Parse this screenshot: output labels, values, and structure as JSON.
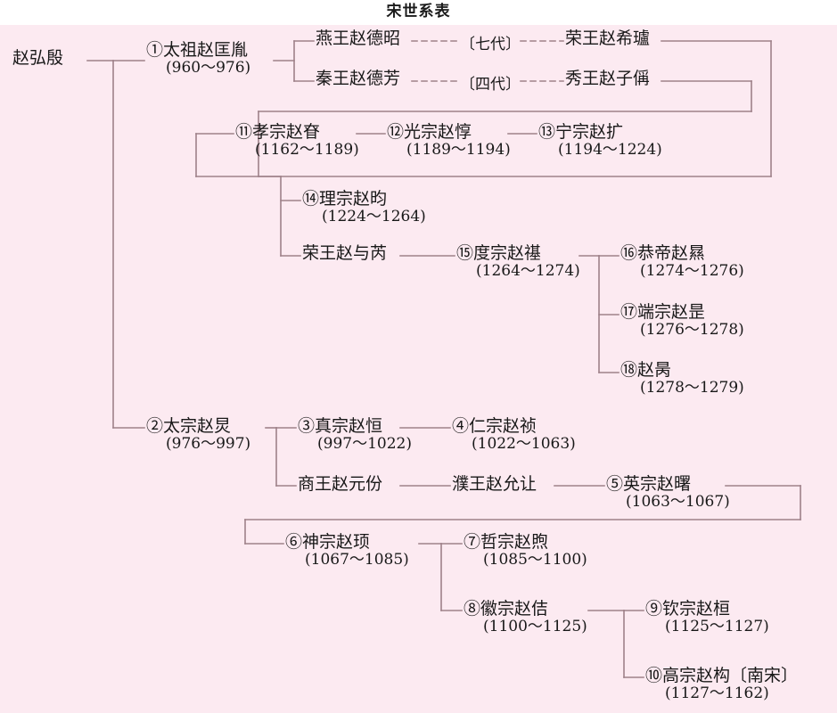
{
  "title": "宋世系表",
  "colors": {
    "background": "#fceaf1",
    "page": "#ffffff",
    "line": "#9e8189",
    "text": "#181818"
  },
  "nodes": {
    "root": {
      "name": "赵弘殷",
      "years": ""
    },
    "n1": {
      "name": "①太祖赵匡胤",
      "years": "(960～976)"
    },
    "yanwang": {
      "name": "燕王赵德昭",
      "years": ""
    },
    "qinwang": {
      "name": "秦王赵德芳",
      "years": ""
    },
    "rongwang": {
      "name": "荣王赵希瓐",
      "years": ""
    },
    "xiuwang": {
      "name": "秀王赵子偁",
      "years": ""
    },
    "n11": {
      "name": "⑪孝宗赵眘",
      "years": "(1162～1189)"
    },
    "n12": {
      "name": "⑫光宗赵惇",
      "years": "(1189～1194)"
    },
    "n13": {
      "name": "⑬宁宗赵扩",
      "years": "(1194～1224)"
    },
    "n14": {
      "name": "⑭理宗赵昀",
      "years": "(1224～1264)"
    },
    "rongwang2": {
      "name": "荣王赵与芮",
      "years": ""
    },
    "n15": {
      "name": "⑮度宗赵禥",
      "years": "(1264～1274)"
    },
    "n16": {
      "name": "⑯恭帝赵㬎",
      "years": "(1274～1276)"
    },
    "n17": {
      "name": "⑰端宗赵昰",
      "years": "(1276～1278)"
    },
    "n18": {
      "name": "⑱赵昺",
      "years": "(1278～1279)"
    },
    "n2": {
      "name": "②太宗赵炅",
      "years": "(976～997)"
    },
    "n3": {
      "name": "③真宗赵恒",
      "years": "(997～1022)"
    },
    "n4": {
      "name": "④仁宗赵祯",
      "years": "(1022～1063)"
    },
    "shangwang": {
      "name": "商王赵元份",
      "years": ""
    },
    "puwang": {
      "name": "濮王赵允让",
      "years": ""
    },
    "n5": {
      "name": "⑤英宗赵曙",
      "years": "(1063～1067)"
    },
    "n6": {
      "name": "⑥神宗赵顼",
      "years": "(1067～1085)"
    },
    "n7": {
      "name": "⑦哲宗赵煦",
      "years": "(1085～1100)"
    },
    "n8": {
      "name": "⑧徽宗赵佶",
      "years": "(1100～1125)"
    },
    "n9": {
      "name": "⑨钦宗赵桓",
      "years": "(1125～1127)"
    },
    "n10": {
      "name": "⑩高宗赵构〔南宋〕",
      "years": "(1127～1162)"
    }
  },
  "generation_labels": {
    "seven": "〔七代〕",
    "four": "〔四代〕"
  }
}
